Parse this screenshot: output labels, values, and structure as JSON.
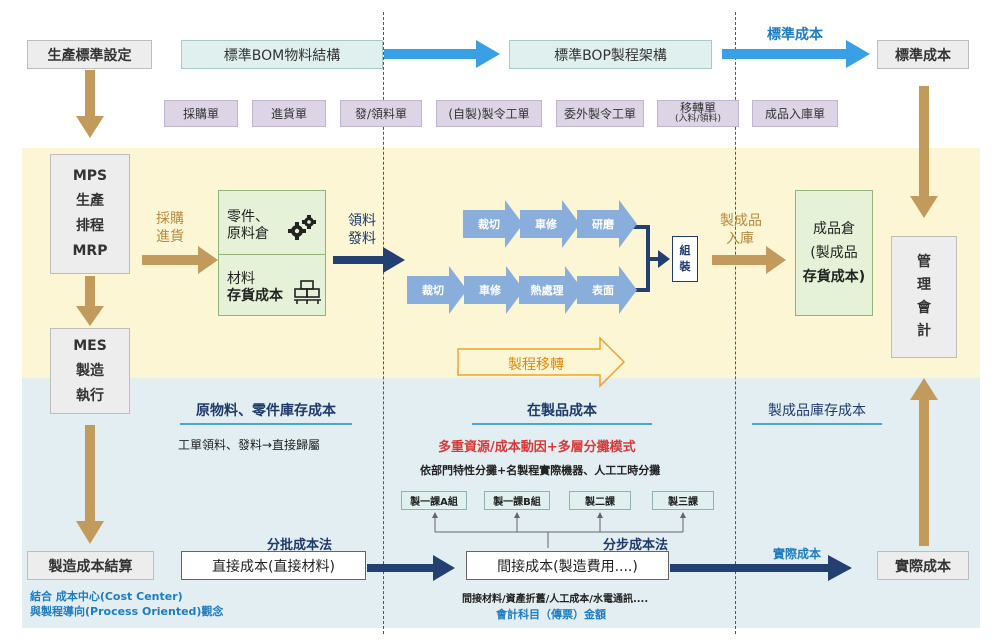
{
  "top": {
    "prod_std": "生產標準設定",
    "bom": "標準BOM物料結構",
    "bop": "標準BOP製程架構",
    "std_cost_arrow": "標準成本",
    "std_cost": "標準成本"
  },
  "docs": [
    "採購單",
    "進貨單",
    "發/領料單",
    "(自製)製令工單",
    "委外製令工單",
    "移轉單",
    "(入料/領料)",
    "成品入庫單"
  ],
  "left": {
    "mps": [
      "MPS",
      "生產",
      "排程",
      "MRP"
    ],
    "mes": [
      "MES",
      "製造",
      "執行"
    ],
    "mfg_cost": "製造成本結算",
    "note1": "結合 成本中心(Cost Center)",
    "note2": "與製程導向(Process Oriented)觀念"
  },
  "flow": {
    "purchase_in": [
      "採購",
      "進貨"
    ],
    "warehouse_parts": [
      "零件、",
      "原料倉"
    ],
    "material": "材料",
    "material_cost": "存貨成本",
    "issue": [
      "領料",
      "發料"
    ],
    "row1": [
      "裁切",
      "車修",
      "研磨"
    ],
    "row2": [
      "裁切",
      "車修",
      "熱處理",
      "表面"
    ],
    "assemble": [
      "組",
      "裝"
    ],
    "fg_in": [
      "製成品",
      "入庫"
    ],
    "fg_wh": [
      "成品倉",
      "(製成品",
      "存貨成本)"
    ],
    "mgmt": [
      "管",
      "理",
      "會",
      "計"
    ],
    "transfer": "製程移轉"
  },
  "lower": {
    "raw_cost": "原物料、零件庫存成本",
    "raw_desc": "工單領料、發料→直接歸屬",
    "wip_cost": "在製品成本",
    "multi": "多重資源/成本動因+多層分攤模式",
    "multi_desc": "依部門特性分攤+名製程實際機器、人工工時分攤",
    "depts": [
      "製一課A組",
      "製一課B組",
      "製二課",
      "製三課"
    ],
    "fg_cost": "製成品庫存成本",
    "batch": "分批成本法",
    "step": "分步成本法",
    "direct": "直接成本(直接材料)",
    "indirect": "間接成本(製造費用....)",
    "actual_arrow": "實際成本",
    "actual": "實際成本",
    "indirect_desc": "間接材料/資產折舊/人工成本/水電通訊....",
    "accounting": "會計科目（傳票）金額"
  }
}
